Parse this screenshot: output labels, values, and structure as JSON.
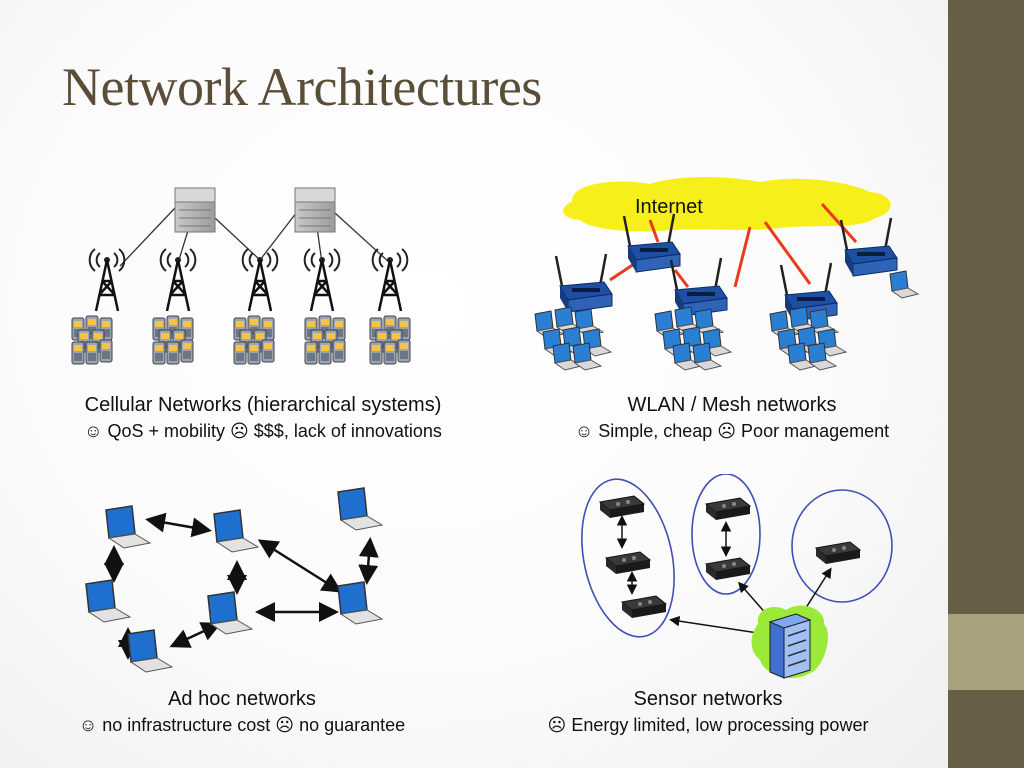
{
  "slide": {
    "title": "Network Architectures"
  },
  "panels": {
    "cellular": {
      "caption": "Cellular Networks (hierarchical systems)",
      "pros_cons": "☺ QoS + mobility ☹ $$$, lack of innovations"
    },
    "wlan": {
      "internet_label": "Internet",
      "caption": "WLAN / Mesh networks",
      "pros_cons": "☺ Simple, cheap ☹ Poor management"
    },
    "adhoc": {
      "caption": "Ad hoc networks",
      "pros_cons": "☺ no infrastructure cost ☹ no guarantee"
    },
    "sensor": {
      "caption": "Sensor networks",
      "pros_cons": "☹ Energy limited, low processing power"
    }
  },
  "colors": {
    "title": "#5a4e38",
    "sidebar": "#675e48",
    "sidebar_accent": "#a8a27c",
    "internet_cloud": "#f7ef1a",
    "wireless_link": "#ea3a1c",
    "router": "#2f63b8",
    "sensor_ring": "#3f4fb5",
    "base_station_glow": "#9bea3a"
  },
  "icons": [
    "server-icon",
    "cell-tower-icon",
    "phone-icon",
    "router-icon",
    "laptop-icon",
    "sensor-node-icon",
    "base-station-icon"
  ]
}
